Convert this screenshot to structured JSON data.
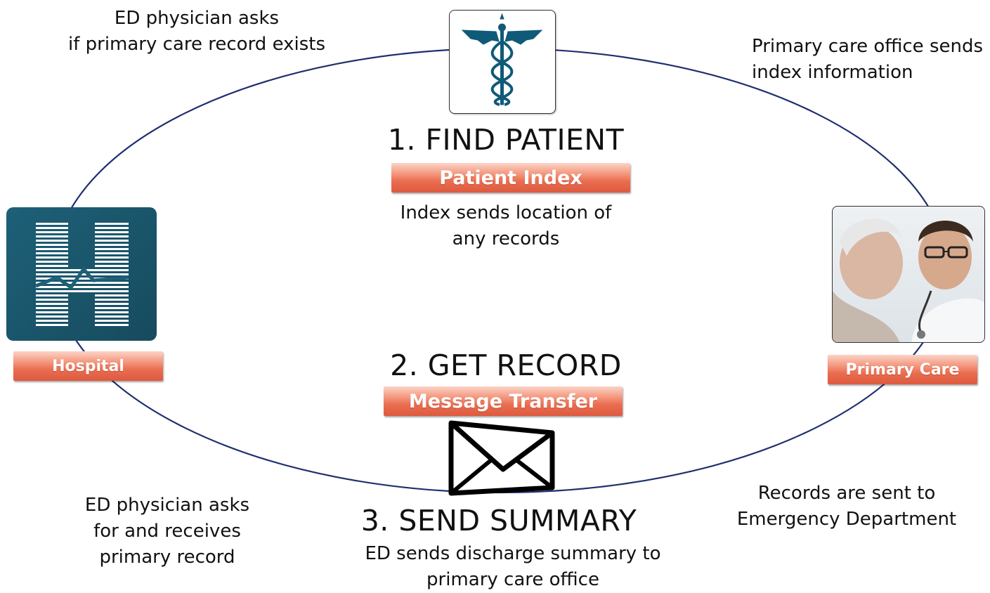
{
  "colors": {
    "ellipse": "#1f2e6e",
    "caduceus": "#0f5a78",
    "hospital_bg": "#1a5468",
    "pill": "#e8674c"
  },
  "icons": {
    "caduceus": "caduceus-icon",
    "hospital": "hospital-h-icon",
    "primary_care": "doctor-patient-photo",
    "envelope": "envelope-icon"
  },
  "notes": {
    "top_left": [
      "ED physician asks",
      "if primary care record exists"
    ],
    "top_right": [
      "Primary care office sends",
      "index information"
    ],
    "index_sends": [
      "Index sends location of",
      "any records"
    ],
    "bottom_left": [
      "ED physician asks",
      "for and receives",
      "primary record"
    ],
    "bottom_right": [
      "Records are sent to",
      "Emergency Department"
    ],
    "bottom_center": [
      "ED sends discharge summary to",
      "primary care office"
    ]
  },
  "steps": {
    "find": "1. FIND PATIENT",
    "get": "2. GET RECORD",
    "send": "3. SEND SUMMARY"
  },
  "labels": {
    "patient_index": "Patient Index",
    "message_transfer": "Message Transfer",
    "hospital": "Hospital",
    "primary_care": "Primary Care"
  }
}
